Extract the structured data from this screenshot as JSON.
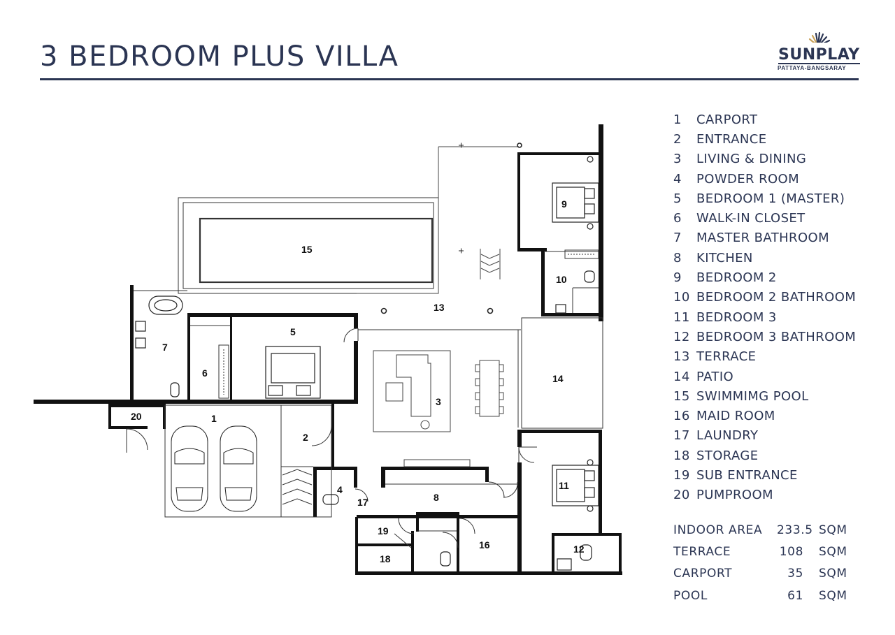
{
  "header": {
    "title": "3 BEDROOM PLUS VILLA"
  },
  "logo": {
    "name": "SUNPLAY",
    "subtitle": "PATTAYA-BANGSARAY"
  },
  "colors": {
    "navy": "#2b3553",
    "logo_sun_accent": "#c9a25a",
    "wall": "#111111"
  },
  "legend": [
    {
      "num": "1",
      "label": "CARPORT"
    },
    {
      "num": "2",
      "label": "ENTRANCE"
    },
    {
      "num": "3",
      "label": "LIVING & DINING"
    },
    {
      "num": "4",
      "label": "POWDER ROOM"
    },
    {
      "num": "5",
      "label": "BEDROOM 1 (MASTER)"
    },
    {
      "num": "6",
      "label": "WALK-IN CLOSET"
    },
    {
      "num": "7",
      "label": "MASTER BATHROOM"
    },
    {
      "num": "8",
      "label": "KITCHEN"
    },
    {
      "num": "9",
      "label": "BEDROOM 2"
    },
    {
      "num": "10",
      "label": "BEDROOM 2 BATHROOM"
    },
    {
      "num": "11",
      "label": "BEDROOM 3"
    },
    {
      "num": "12",
      "label": "BEDROOM 3 BATHROOM"
    },
    {
      "num": "13",
      "label": "TERRACE"
    },
    {
      "num": "14",
      "label": "PATIO"
    },
    {
      "num": "15",
      "label": "SWIMMIMG POOL"
    },
    {
      "num": "16",
      "label": "MAID ROOM"
    },
    {
      "num": "17",
      "label": "LAUNDRY"
    },
    {
      "num": "18",
      "label": "STORAGE"
    },
    {
      "num": "19",
      "label": "SUB ENTRANCE"
    },
    {
      "num": "20",
      "label": "PUMPROOM"
    }
  ],
  "areas": [
    {
      "label": "INDOOR AREA",
      "value": "233.5",
      "unit": "SQM"
    },
    {
      "label": "TERRACE",
      "value": "108",
      "unit": "SQM"
    },
    {
      "label": "CARPORT",
      "value": "35",
      "unit": "SQM"
    },
    {
      "label": "POOL",
      "value": "61",
      "unit": "SQM"
    }
  ],
  "plan_labels": {
    "r1": "1",
    "r2": "2",
    "r3": "3",
    "r4": "4",
    "r5": "5",
    "r6": "6",
    "r7": "7",
    "r8": "8",
    "r9": "9",
    "r10": "10",
    "r11": "11",
    "r12": "12",
    "r13": "13",
    "r14": "14",
    "r15": "15",
    "r16": "16",
    "r17": "17",
    "r18": "18",
    "r19": "19",
    "r20": "20"
  }
}
